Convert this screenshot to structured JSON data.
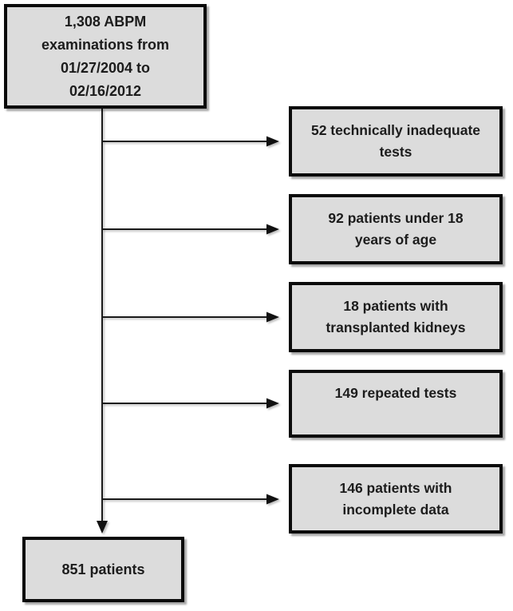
{
  "diagram": {
    "source_box": {
      "label": "1,308 ABPM examinations from 01/27/2004 to 02/16/2012",
      "lines": [
        "1,308 ABPM",
        "examinations from",
        "01/27/2004 to",
        "02/16/2012"
      ]
    },
    "exclusions": [
      {
        "label": "52 technically inadequate tests",
        "lines": [
          "52 technically inadequate",
          "tests"
        ]
      },
      {
        "label": "92 patients under 18 years of age",
        "lines": [
          "92 patients under 18",
          "years of age"
        ]
      },
      {
        "label": "18 patients with transplanted kidneys",
        "lines": [
          "18 patients with",
          "transplanted kidneys"
        ]
      },
      {
        "label": "149 repeated tests",
        "lines": [
          "149 repeated tests",
          ""
        ]
      },
      {
        "label": "146 patients with incomplete data",
        "lines": [
          "146 patients with",
          "incomplete data"
        ]
      }
    ],
    "final_box": {
      "label": "851 patients"
    },
    "colors": {
      "background": "#ffffff",
      "box_fill": "#dcdcdc",
      "box_border": "#0b0b0b",
      "connector": "#1a1a1a",
      "text": "#1c1c1c"
    }
  }
}
